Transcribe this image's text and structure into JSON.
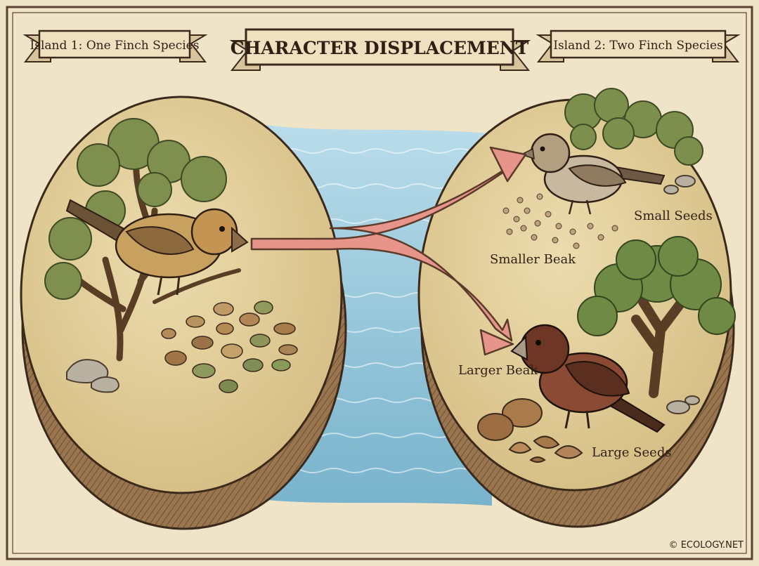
{
  "title": "CHARACTER DISPLACEMENT",
  "banners": {
    "left": "Island 1: One Finch Species",
    "right": "Island 2: Two Finch Species"
  },
  "labels": {
    "small_seeds": "Small Seeds",
    "smaller_beak": "Smaller Beak",
    "larger_beak": "Larger Beak",
    "large_seeds": "Large Seeds"
  },
  "credit": "© ECOLOGY.NET",
  "colors": {
    "paper": "#efe3c8",
    "island_top": "#e2cf9c",
    "island_side": "#8c6a45",
    "water": "#8ec3d8",
    "arrow": "#e7958a",
    "ink": "#2f1f14"
  }
}
